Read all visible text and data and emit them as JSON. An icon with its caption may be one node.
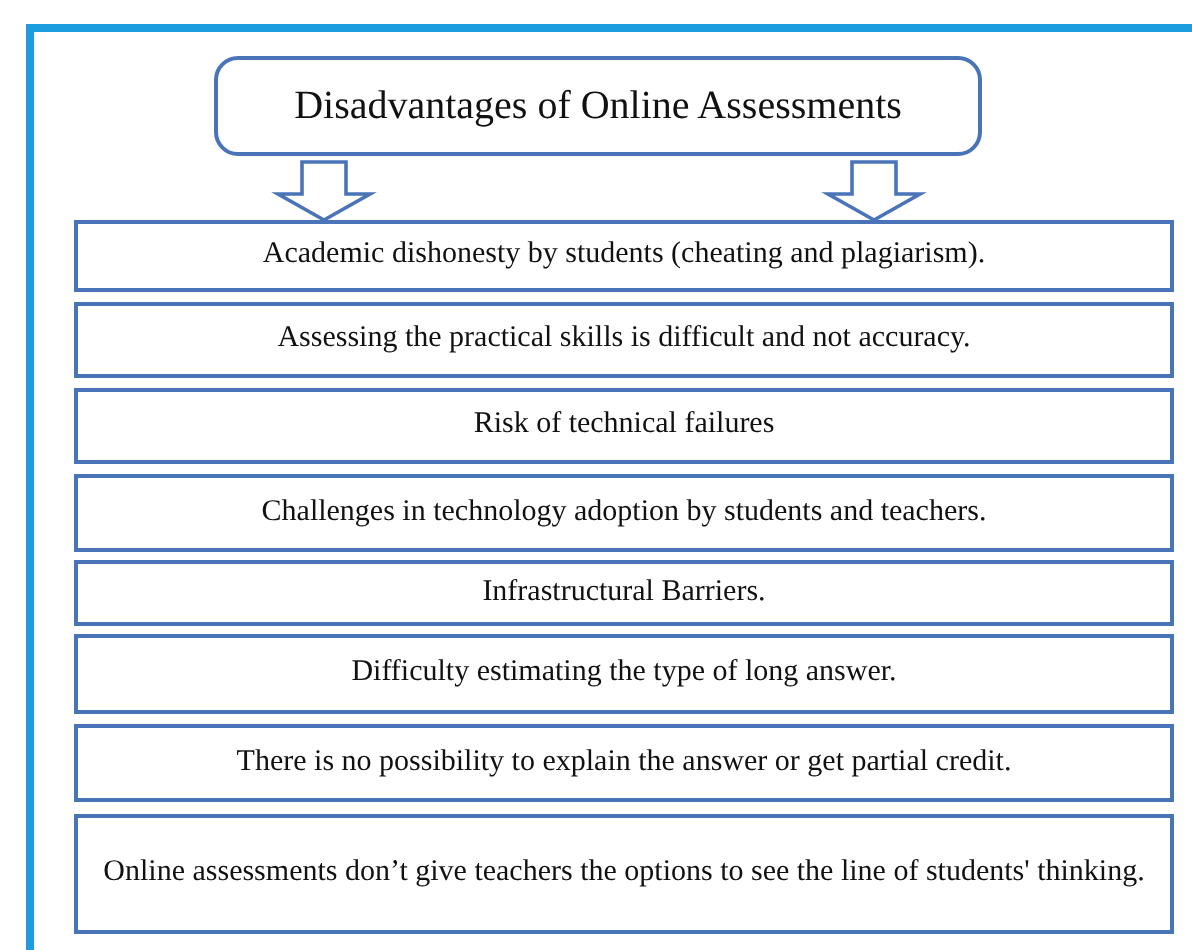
{
  "diagram": {
    "nodes": [
      {
        "text": [
          "Disadvantages of Online Assessments"
        ]
      },
      {
        "text": [
          "Academic dishonesty by students (cheating and plagiarism)."
        ]
      },
      {
        "text": [
          "Assessing the practical skills is difficult and not accuracy."
        ]
      },
      {
        "text": [
          "Risk of technical failures"
        ]
      },
      {
        "text": [
          "Challenges in technology adoption by students and teachers."
        ]
      },
      {
        "text": [
          "Infrastructural Barriers."
        ]
      },
      {
        "text": [
          "Difficulty estimating the type of long answer."
        ]
      },
      {
        "text": [
          "There is no possibility to explain the answer or get partial credit."
        ]
      },
      {
        "text": [
          "Online assessments don’t give teachers the options to see the line of students' thinking."
        ]
      }
    ],
    "edges": [
      {
        "from": 0,
        "to": 1,
        "arrow": "to"
      },
      {
        "from": 0,
        "to": 1,
        "arrow": "to"
      }
    ]
  }
}
